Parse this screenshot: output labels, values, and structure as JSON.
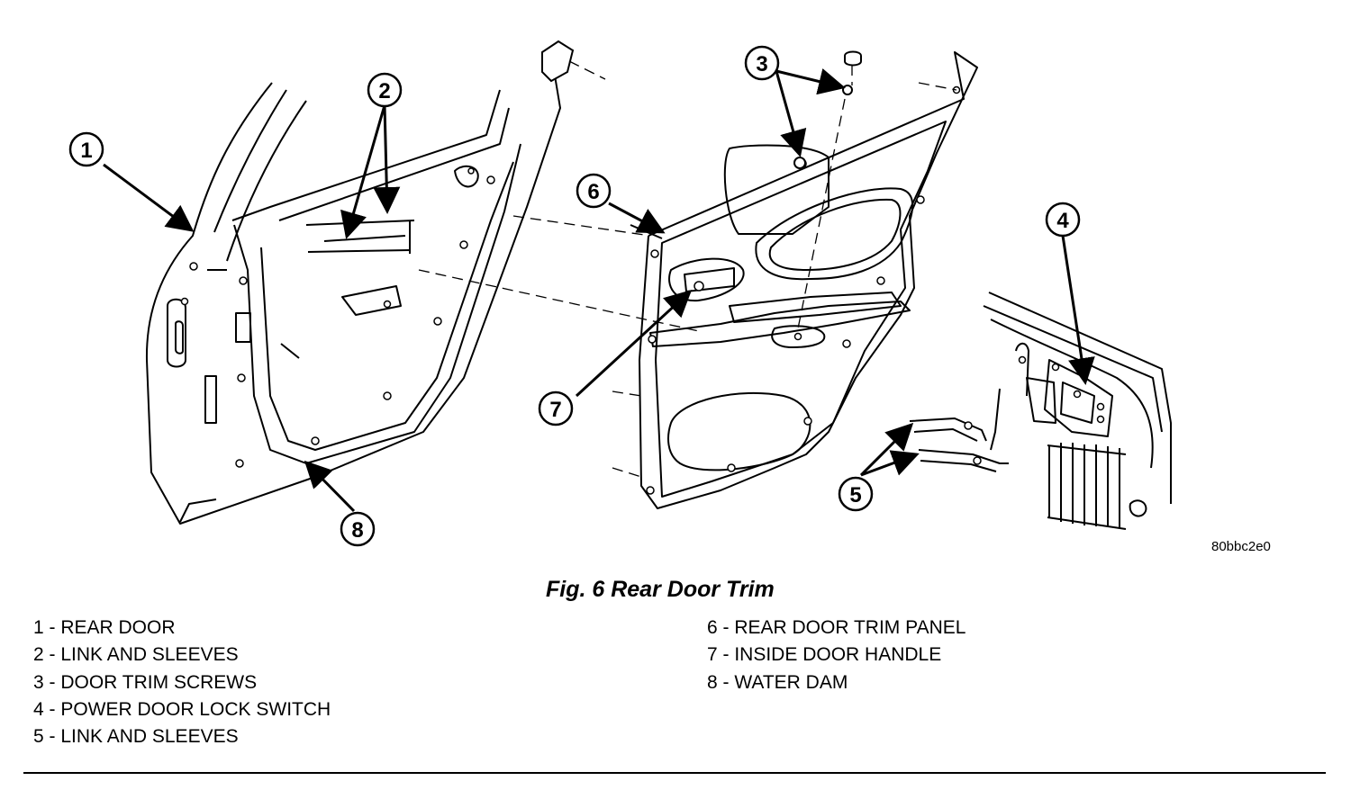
{
  "figure": {
    "caption": "Fig. 6 Rear Door Trim",
    "figure_id": "80bbc2e0"
  },
  "callouts": [
    "1",
    "2",
    "3",
    "4",
    "5",
    "6",
    "7",
    "8"
  ],
  "legend": {
    "left": [
      "1 - REAR DOOR",
      "2 - LINK AND SLEEVES",
      "3 - DOOR TRIM SCREWS",
      "4 - POWER DOOR LOCK SWITCH",
      "5 - LINK AND SLEEVES"
    ],
    "right": [
      "6 - REAR DOOR TRIM PANEL",
      "7 - INSIDE DOOR HANDLE",
      "8 - WATER DAM"
    ]
  },
  "colors": {
    "ink": "#000000",
    "paper": "#ffffff"
  }
}
